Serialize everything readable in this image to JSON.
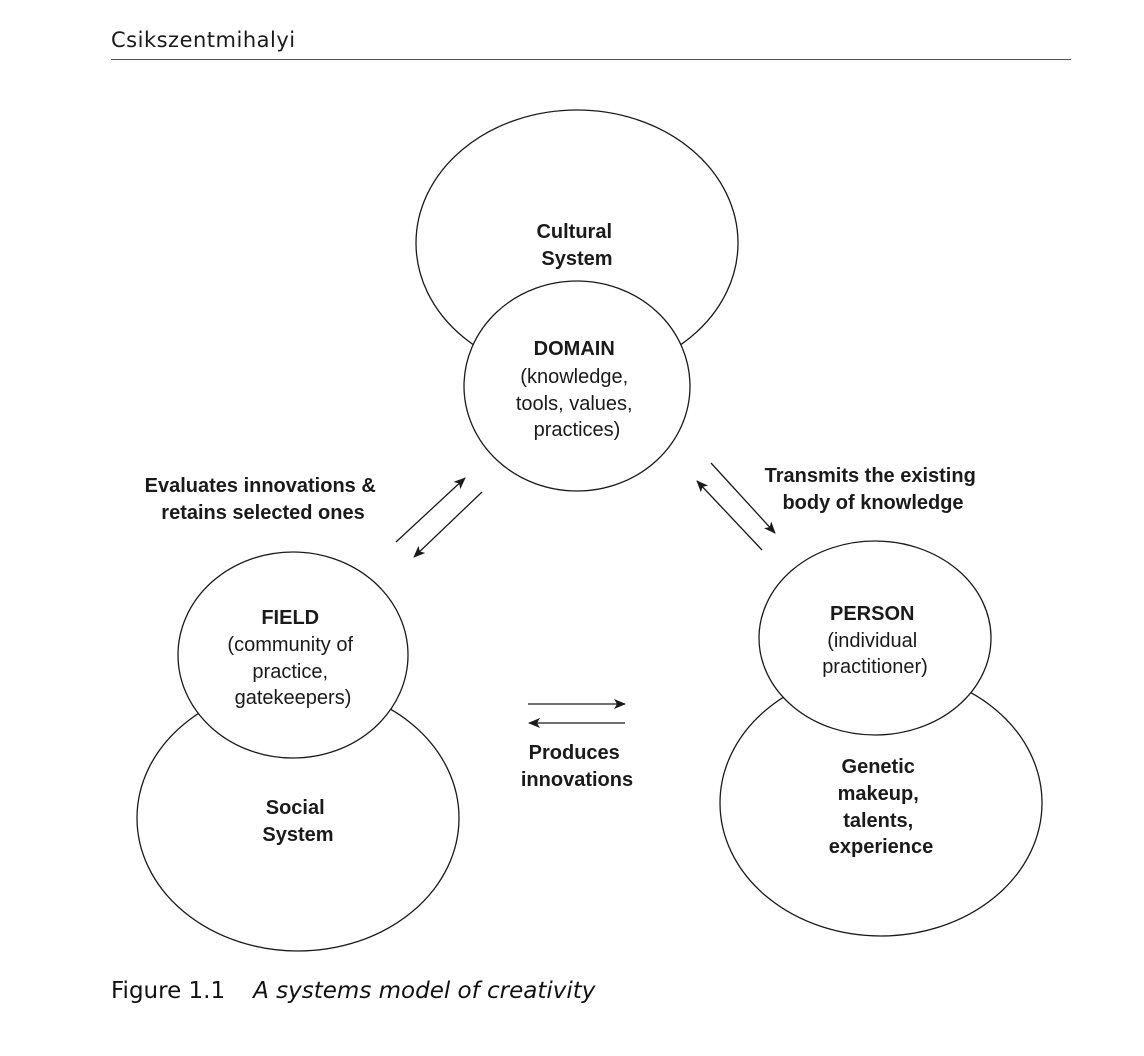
{
  "header": {
    "running_head": "Csikszentmihalyi"
  },
  "diagram": {
    "nodes": {
      "cultural_system": {
        "lines": [
          "Cultural",
          "System"
        ]
      },
      "domain": {
        "title": "DOMAIN",
        "lines": [
          "(knowledge,",
          "tools, values,",
          "practices)"
        ]
      },
      "field": {
        "title": "FIELD",
        "lines": [
          "(community of",
          "practice,",
          "gatekeepers)"
        ]
      },
      "social_system": {
        "lines": [
          "Social",
          "System"
        ]
      },
      "person": {
        "title": "PERSON",
        "lines": [
          "(individual",
          "practitioner)"
        ]
      },
      "person_background": {
        "lines": [
          "Genetic",
          "makeup,",
          "talents,",
          "experience"
        ]
      }
    },
    "edges": {
      "field_domain": {
        "lines": [
          "Evaluates innovations &",
          "retains selected ones"
        ]
      },
      "domain_person": {
        "lines": [
          "Transmits the existing",
          "body of knowledge"
        ]
      },
      "person_field": {
        "lines": [
          "Produces",
          "innovations"
        ]
      }
    }
  },
  "caption": {
    "number": "Figure 1.1",
    "title": "A systems model of creativity"
  }
}
